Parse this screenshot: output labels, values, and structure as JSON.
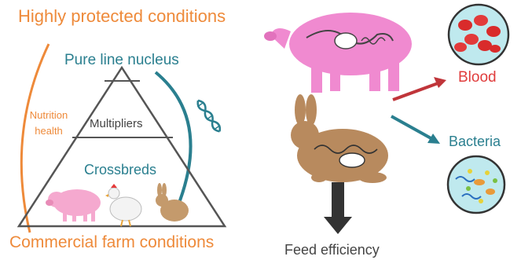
{
  "left_panel": {
    "top_label": "Highly protected conditions",
    "bottom_label": "Commercial farm conditions",
    "side_label_line1": "Nutrition",
    "side_label_line2": "health",
    "pyramid": {
      "tier_top": "Pure line nucleus",
      "tier_middle": "Multipliers",
      "tier_bottom": "Crossbreds"
    },
    "animals": [
      "pig-icon",
      "chicken-icon",
      "rabbit-icon"
    ]
  },
  "right_panel": {
    "outputs": {
      "blood": "Blood",
      "bacteria": "Bacteria",
      "feed": "Feed efficiency"
    }
  },
  "colors": {
    "orange": "#ee8a3a",
    "teal": "#2a7f8f",
    "red": "#e03c3c",
    "pink": "#f08ad0",
    "rabbit_brown": "#b88a5e",
    "arrow_dark": "#333333"
  }
}
